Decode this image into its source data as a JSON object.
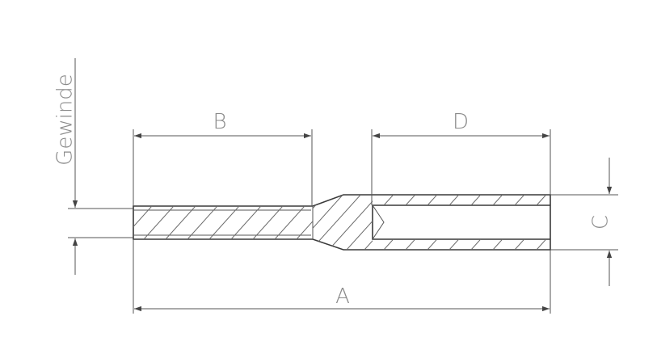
{
  "labels": {
    "thread": "Gewinde",
    "a": "A",
    "b": "B",
    "c": "C",
    "d": "D"
  },
  "colors": {
    "line": "#3a3a3a",
    "hatch": "#6b6b6b",
    "text": "#8a8a8a"
  }
}
